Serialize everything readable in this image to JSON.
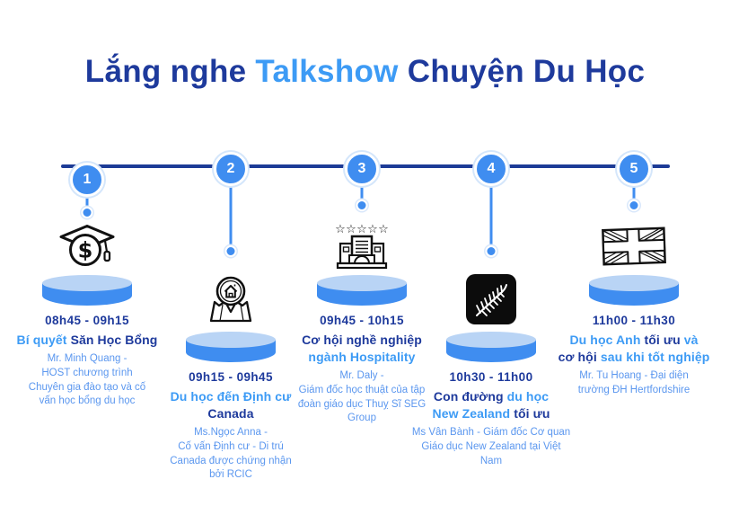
{
  "header": {
    "title_prefix": "Lắng nghe ",
    "title_highlight": "Talkshow",
    "title_suffix": " Chuyện Du Học"
  },
  "colors": {
    "navy": "#1e3a9c",
    "blue": "#3d9bf5",
    "description_blue": "#5b97ef",
    "cylinder_body": "#3f8df0",
    "cylinder_top": "#b9d4f5",
    "axis_line": "#1c3b96",
    "icon_black": "#111111"
  },
  "timeline": {
    "items": [
      {
        "number": "1",
        "icon": "scholarship-cap-dollar-icon",
        "position": "high-first",
        "time": "08h45 - 09h15",
        "title_segments": [
          {
            "text": "Bí quyết ",
            "style": "blue"
          },
          {
            "text": "Săn Học Bổng",
            "style": "navy"
          }
        ],
        "description": "Mr. Minh Quang -\nHOST chương trình\nChuyên gia đào tạo và cố\nvấn học bổng du học"
      },
      {
        "number": "2",
        "icon": "home-map-location-icon",
        "position": "low",
        "time": "09h15 - 09h45",
        "title_segments": [
          {
            "text": "Du học đến Định cư ",
            "style": "blue"
          },
          {
            "text": "Canada",
            "style": "navy"
          }
        ],
        "description": "Ms.Ngọc Anna -\nCố vấn Định cư - Di trú\nCanada được chứng nhận\nbởi RCIC"
      },
      {
        "number": "3",
        "icon": "hotel-five-stars-icon",
        "position": "high",
        "time": "09h45 - 10h15",
        "title_segments": [
          {
            "text": "Cơ hội nghề nghiệp",
            "style": "navy"
          },
          {
            "text": "\n",
            "style": "break"
          },
          {
            "text": "ngành Hospitality",
            "style": "blue"
          }
        ],
        "description": "Mr. Daly -\nGiám đốc học thuật của tập\nđoàn giáo dục Thuỵ Sĩ SEG\nGroup"
      },
      {
        "number": "4",
        "icon": "nz-silver-fern-icon",
        "position": "low",
        "time": "10h30 - 11h00",
        "title_segments": [
          {
            "text": "Con đường ",
            "style": "navy"
          },
          {
            "text": "du học",
            "style": "blue"
          },
          {
            "text": "\n",
            "style": "break"
          },
          {
            "text": "New Zealand ",
            "style": "blue"
          },
          {
            "text": "tối ưu",
            "style": "navy"
          }
        ],
        "description": "Ms Vân Bành - Giám đốc Cơ quan\nGiáo dục New Zealand tại Việt\nNam"
      },
      {
        "number": "5",
        "icon": "uk-flag-icon",
        "position": "high",
        "time": "11h00 - 11h30",
        "title_segments": [
          {
            "text": "Du học Anh ",
            "style": "blue"
          },
          {
            "text": "tối ưu ",
            "style": "navy"
          },
          {
            "text": "và",
            "style": "blue"
          },
          {
            "text": "\n",
            "style": "break"
          },
          {
            "text": "cơ hội ",
            "style": "navy"
          },
          {
            "text": "sau khi tốt nghiệp",
            "style": "blue"
          }
        ],
        "description": "Mr. Tu Hoang - Đại diện\ntrường ĐH Hertfordshire"
      }
    ]
  }
}
